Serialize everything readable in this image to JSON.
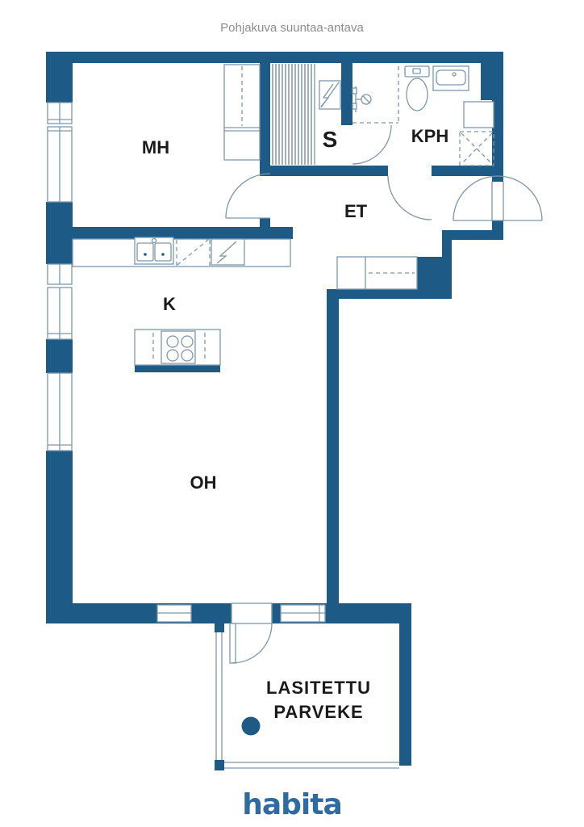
{
  "title": "Pohjakuva suuntaa-antava",
  "rooms": {
    "mh": "MH",
    "sauna": "S",
    "kph": "KPH",
    "et": "ET",
    "kitchen": "K",
    "oh": "OH"
  },
  "balcony": {
    "line1": "LASITETTU",
    "line2": "PARVEKE"
  },
  "logo": {
    "text": "habita"
  },
  "colors": {
    "wall": "#1d5b86",
    "thin_line": "#7d97ab",
    "bench_stripe": "#9fb1c0",
    "label": "#1b1b1b",
    "title_text": "#8c8c8c",
    "logo_blue": "#2e6ba3"
  },
  "icons": {
    "sauna_stove": "lightning-square",
    "shower": "shower-head",
    "toilet": "toilet-top-view",
    "washbasin": "rect-basin",
    "washing_machine": "dashed-x-square",
    "kitchen_sink": "double-basin",
    "dishwasher": "dashed-diagonal",
    "fridge": "lightning-square",
    "cooktop": "four-burner-circles",
    "balcony_drain": "filled-circle"
  }
}
